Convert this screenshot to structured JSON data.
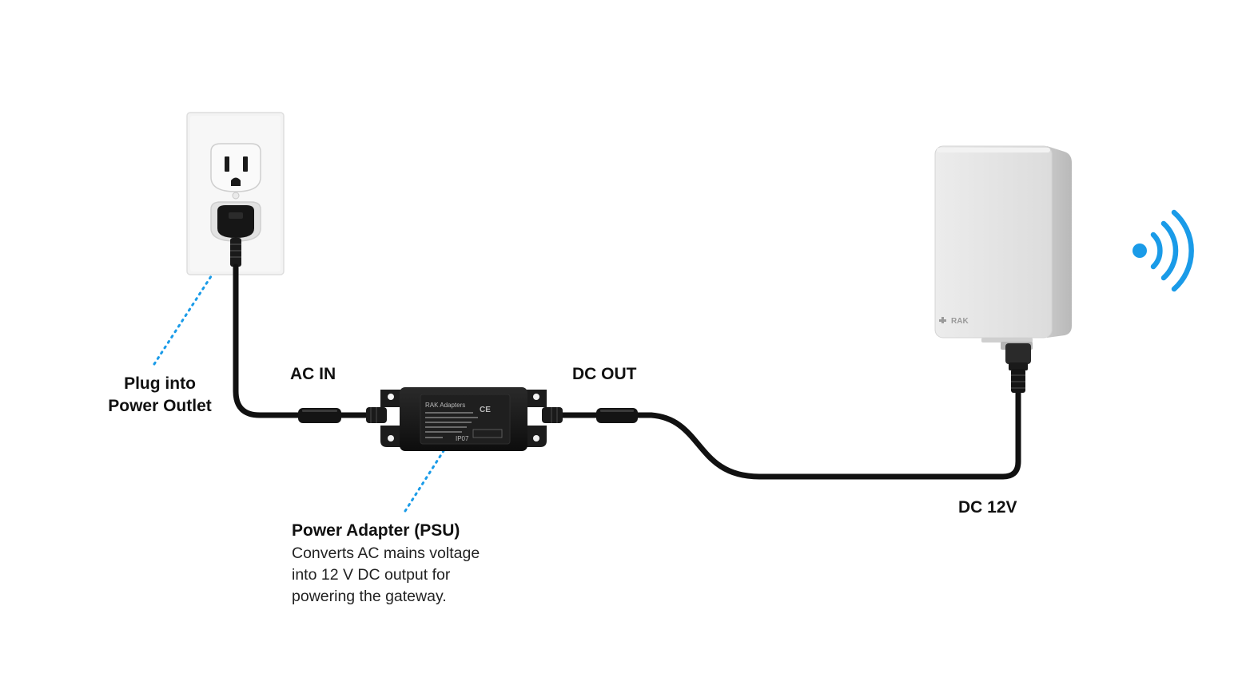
{
  "labels": {
    "outlet": [
      "Plug into",
      "Power Outlet"
    ],
    "ac_in": "AC IN",
    "dc_out": "DC OUT",
    "dc_12v": "DC 12V"
  },
  "psu": {
    "title": "Power Adapter (PSU)",
    "description": [
      "Converts AC mains voltage",
      "into 12 V DC output for",
      "powering the gateway."
    ],
    "brand": "RAK Adapters",
    "code": "IP07"
  },
  "gateway": {
    "brand": "RAK"
  },
  "icons": {
    "outlet": "power-outlet-icon",
    "adapter": "power-adapter-icon",
    "gateway": "gateway-device-icon",
    "wireless": "wireless-signal-icon"
  },
  "colors": {
    "accent": "#1a9be8",
    "cable": "#111111",
    "text": "#111111",
    "device": "#e4e4e4"
  }
}
